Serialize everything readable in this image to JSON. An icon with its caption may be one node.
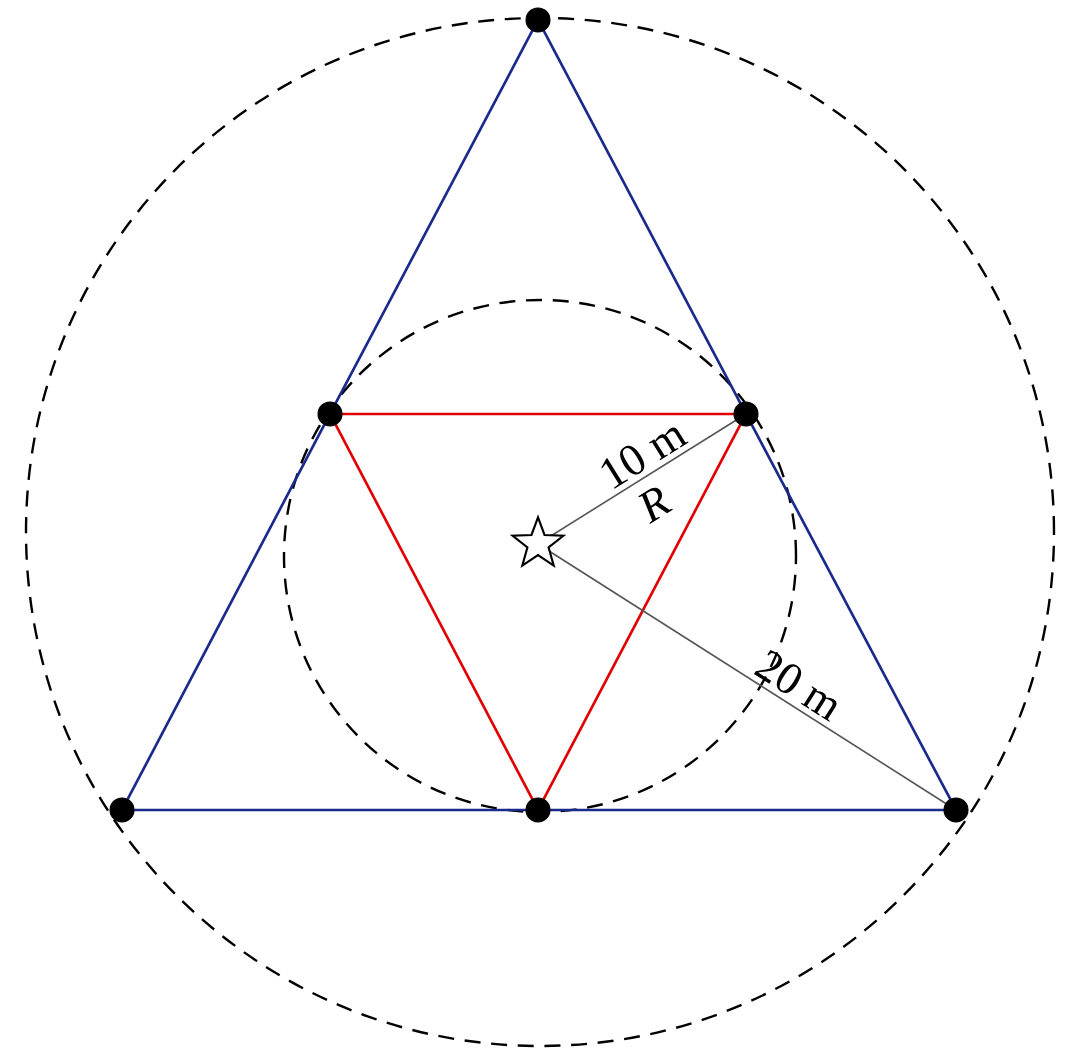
{
  "diagram": {
    "nodes": [
      {
        "text": [],
        "shape": "circle"
      },
      {
        "text": [],
        "shape": "circle"
      },
      {
        "text": [],
        "shape": "circle"
      },
      {
        "text": [],
        "shape": "circle"
      },
      {
        "text": [],
        "shape": "circle"
      },
      {
        "text": [],
        "shape": "circle"
      },
      {
        "text": [],
        "shape": "star"
      }
    ],
    "edges": [
      {
        "from": 0,
        "to": 1,
        "arrow": "none"
      },
      {
        "from": 1,
        "to": 3,
        "arrow": "none"
      },
      {
        "from": 0,
        "to": 2,
        "arrow": "none"
      },
      {
        "from": 2,
        "to": 5,
        "arrow": "none"
      },
      {
        "from": 3,
        "to": 4,
        "arrow": "none"
      },
      {
        "from": 4,
        "to": 5,
        "arrow": "none"
      },
      {
        "from": 1,
        "to": 2,
        "arrow": "none",
        "color": "#e00000"
      },
      {
        "from": 2,
        "to": 4,
        "arrow": "none",
        "color": "#e00000"
      },
      {
        "from": 4,
        "to": 1,
        "arrow": "none",
        "color": "#e00000"
      },
      {
        "from": 6,
        "to": 2,
        "arrow": "none",
        "color": "#555555",
        "label": "10 m"
      },
      {
        "from": 6,
        "to": 5,
        "arrow": "none",
        "color": "#555555",
        "label": "20 m"
      }
    ],
    "labels": [
      "R"
    ]
  }
}
